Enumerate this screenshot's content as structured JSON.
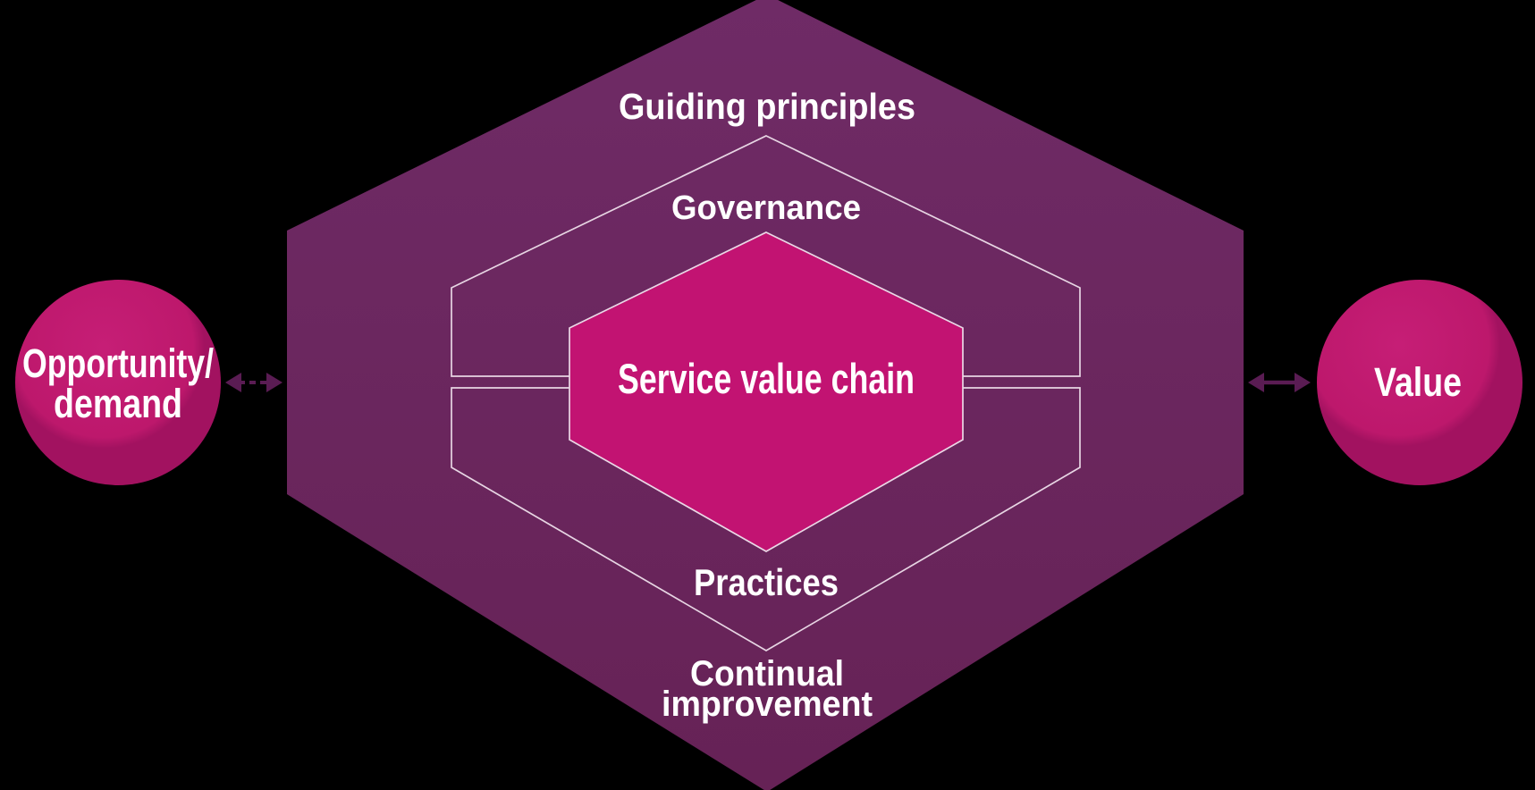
{
  "diagram": {
    "title_not_shown": "",
    "colors": {
      "background": "#000000",
      "outer_hexagon_top": "#6f2b66",
      "outer_hexagon_bottom": "#662256",
      "inner_outline": "#e7d5e3",
      "center_hexagon": "#c21372",
      "center_hexagon_outline": "#ead8e6",
      "circle_bright": "#c61e76",
      "circle_base": "#bd186c",
      "circle_shadow": "#a21260",
      "arrow": "#5a1c53",
      "text": "#ffffff"
    },
    "outer_hexagon": {
      "label_top": "Guiding principles",
      "label_governance": "Governance",
      "label_practices": "Practices",
      "label_bottom_line1": "Continual",
      "label_bottom_line2": "improvement"
    },
    "center_hexagon": {
      "label": "Service value chain"
    },
    "left_circle": {
      "label_line1": "Opportunity/",
      "label_line2": "demand"
    },
    "right_circle": {
      "label": "Value"
    }
  }
}
